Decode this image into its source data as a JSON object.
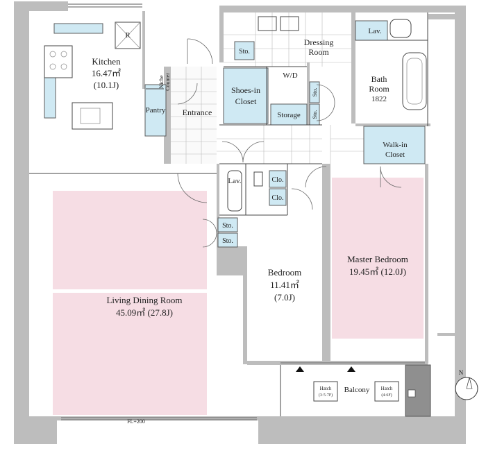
{
  "rooms": {
    "kitchen": {
      "name": "Kitchen",
      "area": "16.47㎡",
      "jo": "(10.1J)"
    },
    "living": {
      "name": "Living Dining Room",
      "area_line": "45.09㎡  (27.8J)"
    },
    "bedroom": {
      "name": "Bedroom",
      "area": "11.41㎡",
      "jo": "(7.0J)"
    },
    "master": {
      "name": "Master Bedroom",
      "area_line": "19.45㎡  (12.0J)"
    },
    "bath": {
      "name1": "Bath",
      "name2": "Room",
      "size": "1822"
    },
    "dressing": {
      "name1": "Dressing",
      "name2": "Room"
    },
    "entrance": {
      "name": "Entrance"
    },
    "shoes": {
      "name1": "Shoes-in",
      "name2": "Closet"
    },
    "walkin": {
      "name1": "Walk-in",
      "name2": "Closet"
    },
    "storage": {
      "name": "Storage"
    },
    "pantry": {
      "name": "Pantry"
    },
    "balcony": {
      "name": "Balcony"
    }
  },
  "labels": {
    "fridge": "R",
    "lav_top": "Lav.",
    "lav_mid": "Lav.",
    "wd": "W/D",
    "niche1": "Niche",
    "niche2": "Counter",
    "sto_dress": "Sto.",
    "sto_a": "Sto.",
    "sto_b": "Sto.",
    "sto_lower1": "Sto.",
    "sto_lower2": "Sto.",
    "clo1": "Clo.",
    "clo2": "Clo.",
    "hatch_left1": "Hatch",
    "hatch_left2": "(3·5·7F)",
    "hatch_right1": "Hatch",
    "hatch_right2": "(4·6F)",
    "fl": "FL+200",
    "north": "N"
  },
  "colors": {
    "wall": "#bdbdbd",
    "room_pink": "#f6dde4",
    "closet_blue": "#cfe9f3"
  }
}
